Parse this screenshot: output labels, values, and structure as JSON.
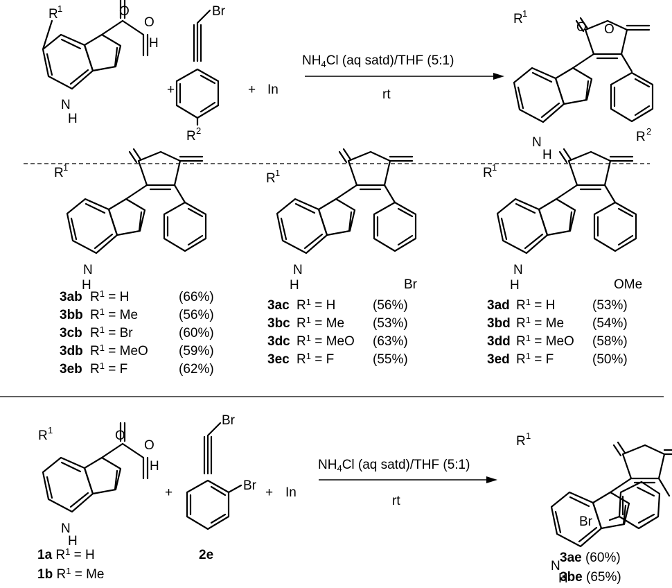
{
  "scheme_top": {
    "conditions_above": [
      "NH",
      "4",
      "Cl (aq satd)/THF (5:1)"
    ],
    "conditions_below": "rt",
    "plus": "+",
    "indium": "In",
    "bromo": "Br"
  },
  "substituents": {
    "r1": "R",
    "r1_sup": "1",
    "r2": "R",
    "r2_sup": "2",
    "br": "Br",
    "ome": "OMe",
    "nh": "H",
    "n": "N",
    "o": "O",
    "h": "H"
  },
  "table_3ab": [
    {
      "id": "3ab",
      "label": "R",
      "sup": "1",
      "eq": " = H",
      "yield": "(66%)"
    },
    {
      "id": "3bb",
      "label": "R",
      "sup": "1",
      "eq": " = Me",
      "yield": "(56%)"
    },
    {
      "id": "3cb",
      "label": "R",
      "sup": "1",
      "eq": " = Br",
      "yield": "(60%)"
    },
    {
      "id": "3db",
      "label": "R",
      "sup": "1",
      "eq": " = MeO",
      "yield": "(59%)"
    },
    {
      "id": "3eb",
      "label": "R",
      "sup": "1",
      "eq": " = F",
      "yield": "(62%)"
    }
  ],
  "table_3ac": [
    {
      "id": "3ac",
      "label": "R",
      "sup": "1",
      "eq": " = H",
      "yield": "(56%)"
    },
    {
      "id": "3bc",
      "label": "R",
      "sup": "1",
      "eq": " = Me",
      "yield": "(53%)"
    },
    {
      "id": "3dc",
      "label": "R",
      "sup": "1",
      "eq": " = MeO",
      "yield": "(63%)"
    },
    {
      "id": "3ec",
      "label": "R",
      "sup": "1",
      "eq": " = F",
      "yield": "(55%)"
    }
  ],
  "table_3ad": [
    {
      "id": "3ad",
      "label": "R",
      "sup": "1",
      "eq": " = H",
      "yield": "(53%)"
    },
    {
      "id": "3bd",
      "label": "R",
      "sup": "1",
      "eq": " = Me",
      "yield": "(54%)"
    },
    {
      "id": "3dd",
      "label": "R",
      "sup": "1",
      "eq": " = MeO",
      "yield": "(58%)"
    },
    {
      "id": "3ed",
      "label": "R",
      "sup": "1",
      "eq": " = F",
      "yield": "(50%)"
    }
  ],
  "scheme_bottom": {
    "conditions_above": [
      "NH",
      "4",
      "Cl (aq satd)/THF (5:1)"
    ],
    "conditions_below": "rt",
    "reagent_labels": [
      {
        "id": "1a",
        "label": "R",
        "sup": "1",
        "eq": " = H"
      },
      {
        "id": "1b",
        "label": "R",
        "sup": "1",
        "eq": " = Me"
      }
    ],
    "alkyne_label": "2e",
    "product_labels": [
      {
        "id": "3ae",
        "yield": " (60%)"
      },
      {
        "id": "3be",
        "yield": " (65%)"
      }
    ]
  }
}
